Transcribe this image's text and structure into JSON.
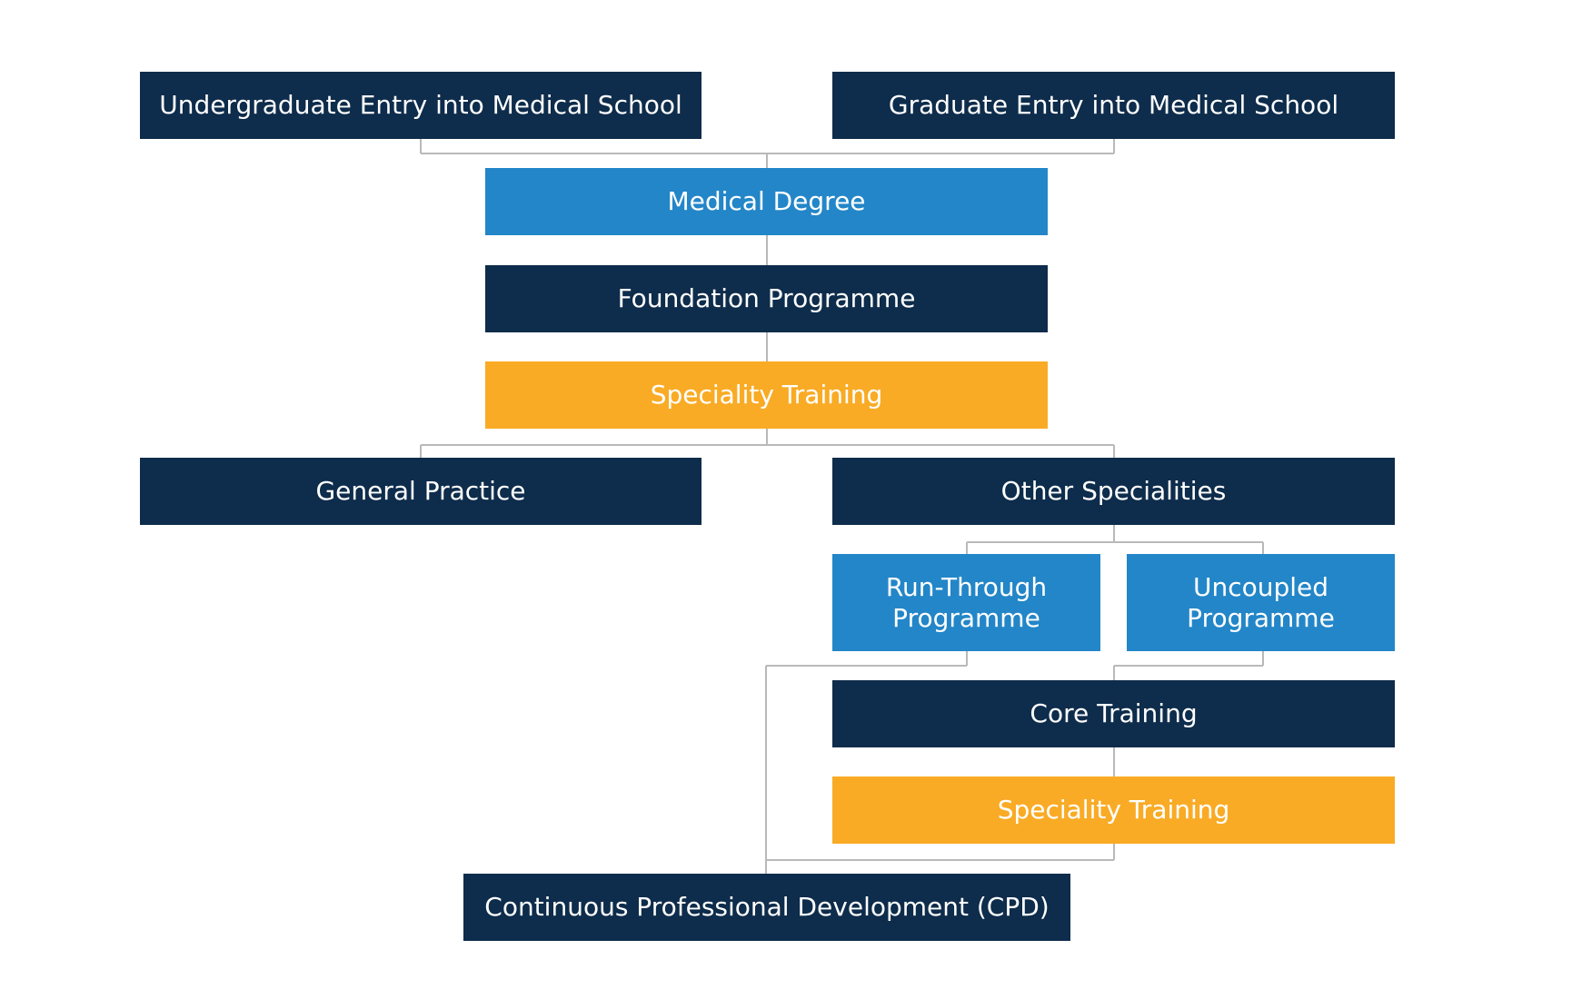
{
  "colors": {
    "dark": "#0e2c4b",
    "blue": "#2386c8",
    "amber": "#f9ab25",
    "connector": "#b9b9b9"
  },
  "nodes": {
    "undergraduate_entry": "Undergraduate Entry into Medical School",
    "graduate_entry": "Graduate Entry into Medical School",
    "medical_degree": "Medical Degree",
    "foundation_programme": "Foundation Programme",
    "speciality_training_1": "Speciality Training",
    "general_practice": "General Practice",
    "other_specialities": "Other Specialities",
    "run_through_line1": "Run-Through",
    "run_through_line2": "Programme",
    "uncoupled_line1": "Uncoupled",
    "uncoupled_line2": "Programme",
    "core_training": "Core Training",
    "speciality_training_2": "Speciality Training",
    "cpd": "Continuous Professional Development (CPD)"
  }
}
